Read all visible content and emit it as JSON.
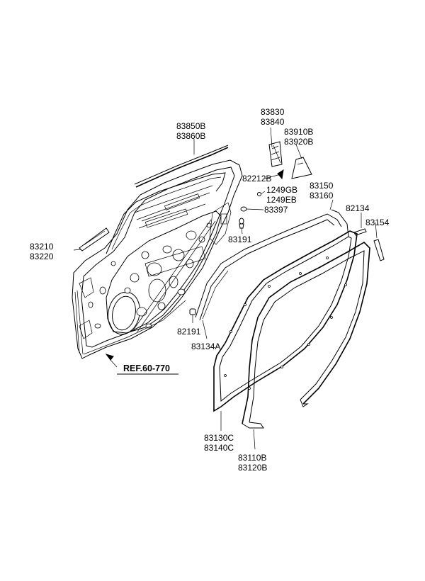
{
  "callouts": {
    "c83850": [
      "83850B",
      "83860B"
    ],
    "c83830": [
      "83830",
      "83840"
    ],
    "c83910": [
      "83910B",
      "83920B"
    ],
    "c82212": [
      "82212B"
    ],
    "c1249": [
      "1249GB",
      "1249EB"
    ],
    "c83397": [
      "83397"
    ],
    "c83150": [
      "83150",
      "83160"
    ],
    "c82134": [
      "82134"
    ],
    "c83154": [
      "83154"
    ],
    "c83191": [
      "83191"
    ],
    "c83210": [
      "83210",
      "83220"
    ],
    "c82191": [
      "82191"
    ],
    "c83134": [
      "83134A"
    ],
    "c83130": [
      "83130C",
      "83140C"
    ],
    "c83110": [
      "83110B",
      "83120B"
    ]
  },
  "ref_label": "REF.60-770"
}
